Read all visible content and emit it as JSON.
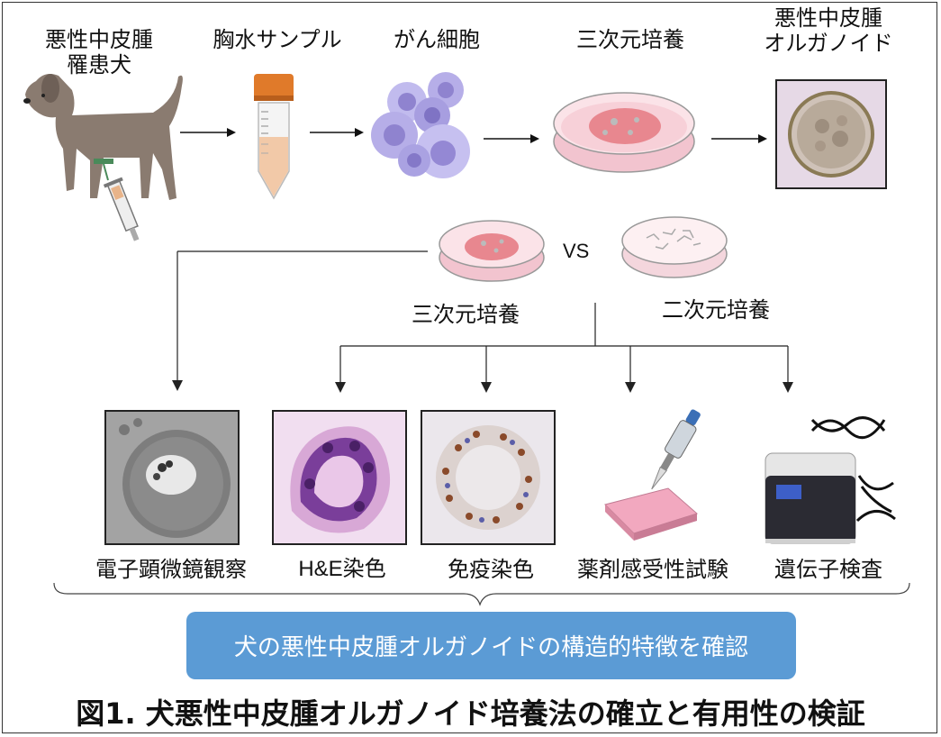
{
  "top_labels": {
    "dog": "悪性中皮腫\n罹患犬",
    "sample": "胸水サンプル",
    "cancer_cells": "がん細胞",
    "culture_3d": "三次元培養",
    "organoid": "悪性中皮腫\nオルガノイド"
  },
  "comparison": {
    "vs": "VS",
    "left": "三次元培養",
    "right": "二次元培養"
  },
  "analyses": [
    {
      "label": "電子顕微鏡観察"
    },
    {
      "label": "H&E染色"
    },
    {
      "label": "免疫染色"
    },
    {
      "label": "薬剤感受性試験"
    },
    {
      "label": "遺伝子検査"
    }
  ],
  "banner": "犬の悪性中皮腫オルガノイドの構造的特徴を確認",
  "caption": "図1. 犬悪性中皮腫オルガノイド培養法の確立と有用性の検証",
  "colors": {
    "banner": "#5b9bd5",
    "dish_pink": "#f2c4cf",
    "cell_purple": "#9b8fd6",
    "tube_cap": "#e07a2a"
  }
}
